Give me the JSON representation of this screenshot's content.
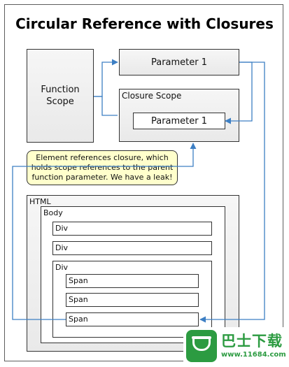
{
  "title": "Circular Reference with Closures",
  "function_scope": {
    "label": "Function\nScope"
  },
  "parameter_top": {
    "label": "Parameter 1"
  },
  "closure_scope": {
    "label": "Closure Scope",
    "parameter_label": "Parameter 1"
  },
  "note": {
    "text": "Element references closure, which holds scope references to the parent function parameter. We have a leak!"
  },
  "dom": {
    "html_label": "HTML",
    "body_label": "Body",
    "div1_label": "Div",
    "div2_label": "Div",
    "div3_label": "Div",
    "span1_label": "Span",
    "span2_label": "Span",
    "span3_label": "Span"
  },
  "watermark": {
    "name": "巴士下载",
    "url": "www.11684.com",
    "color": "#2c9b41",
    "icon": "bus-logo-icon"
  },
  "colors": {
    "arrow": "#3d7fc4",
    "note_bg": "#ffffcc",
    "border": "#333333"
  }
}
